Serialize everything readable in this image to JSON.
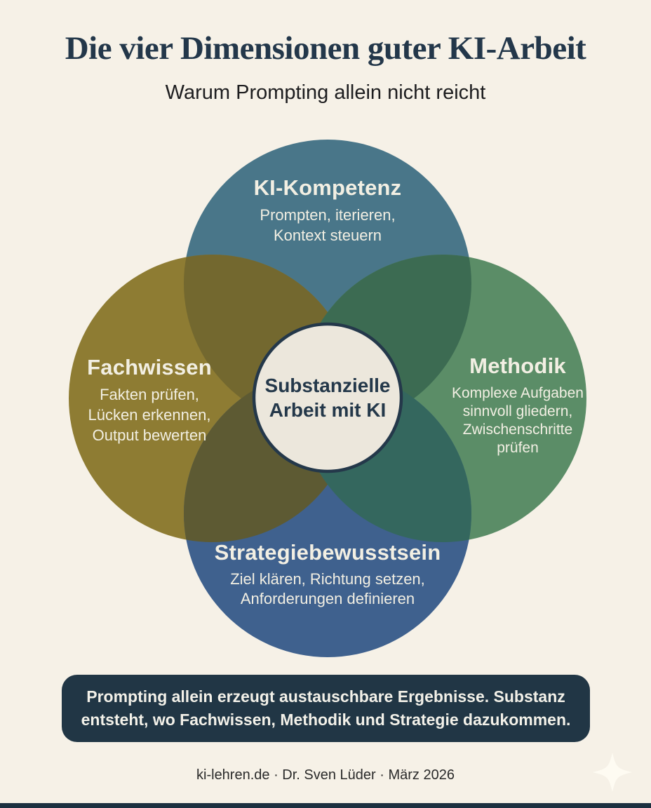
{
  "header": {
    "title": "Die vier Dimensionen guter KI-Arbeit",
    "subtitle": "Warum Prompting allein nicht reicht"
  },
  "venn": {
    "top": {
      "title": "KI-Kompetenz",
      "sub": "Prompten, iterieren,\nKontext steuern"
    },
    "left": {
      "title": "Fachwissen",
      "sub": "Fakten prüfen,\nLücken erkennen,\nOutput bewerten"
    },
    "right": {
      "title": "Methodik",
      "sub": "Komplexe Aufgaben\nsinnvoll gliedern,\nZwischenschritte\nprüfen"
    },
    "bottom": {
      "title": "Strategiebewusstsein",
      "sub": "Ziel klären, Richtung setzen,\nAnforderungen definieren"
    },
    "center": {
      "title": "Substanzielle\nArbeit mit KI"
    }
  },
  "banner": {
    "text": "Prompting allein erzeugt austauschbare Ergebnisse. Substanz\nentsteht, wo Fachwissen, Methodik und Strategie dazukommen."
  },
  "footer": {
    "text": "ki-lehren.de · Dr. Sven Lüder · März 2026"
  },
  "icons": {
    "sparkle": "four-point-star"
  },
  "colors": {
    "background": "#f6f1e7",
    "title_text": "#23374a",
    "subtitle_text": "#1d1d1f",
    "circle_top": "#497689",
    "circle_left": "#8e7c33",
    "circle_right": "#5b8d67",
    "circle_bottom": "#3f618e",
    "overlap_top_left": "#73682f",
    "overlap_top_right": "#3c6b52",
    "overlap_bottom_left": "#5d5a33",
    "overlap_bottom_right": "#34675e",
    "center_fill": "#ece7dc",
    "center_stroke": "#24384a",
    "center_text": "#24384a",
    "circle_text": "#f2efe3",
    "banner_bg": "#213645",
    "banner_text": "#f3f1e9",
    "footer_text": "#2a2a2a",
    "sparkle_fill": "#fffdf4",
    "bottom_strip": "#1c3040"
  }
}
